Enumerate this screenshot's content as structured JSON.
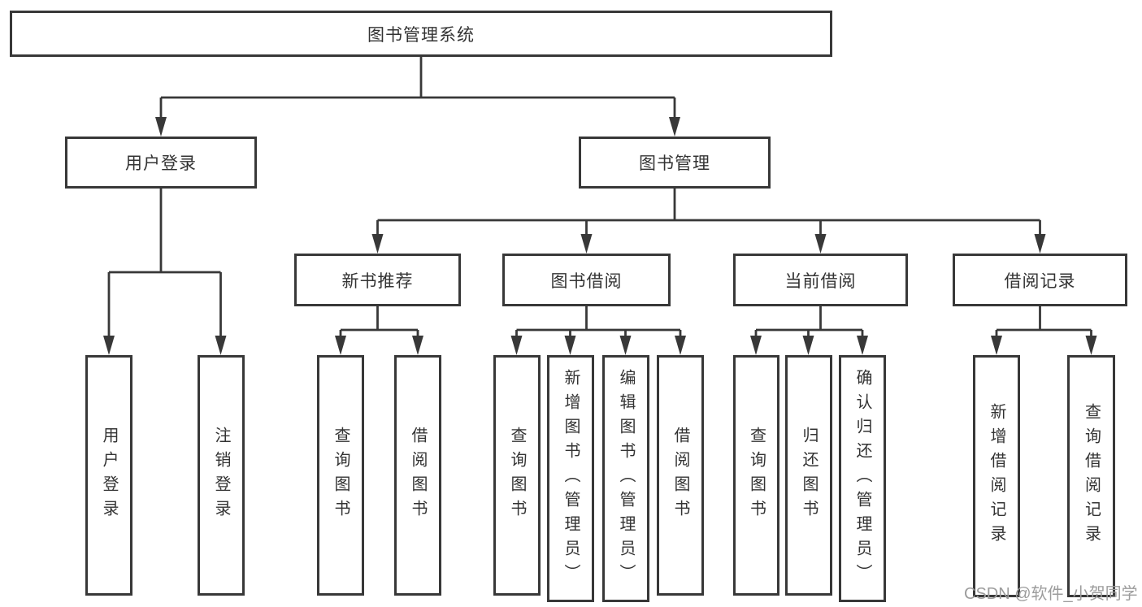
{
  "tree": {
    "root": {
      "label": "图书管理系统"
    },
    "branches": [
      {
        "label": "用户登录",
        "children": [
          {
            "label": "用户登录"
          },
          {
            "label": "注销登录"
          }
        ]
      },
      {
        "label": "图书管理",
        "children": [
          {
            "label": "新书推荐",
            "children": [
              {
                "label": "查询图书"
              },
              {
                "label": "借阅图书"
              }
            ]
          },
          {
            "label": "图书借阅",
            "children": [
              {
                "label": "查询图书"
              },
              {
                "label": "新增图书（管理员）"
              },
              {
                "label": "编辑图书（管理员）"
              },
              {
                "label": "借阅图书"
              }
            ]
          },
          {
            "label": "当前借阅",
            "children": [
              {
                "label": "查询图书"
              },
              {
                "label": "归还图书"
              },
              {
                "label": "确认归还（管理员）"
              }
            ]
          },
          {
            "label": "借阅记录",
            "children": [
              {
                "label": "新增借阅记录"
              },
              {
                "label": "查询借阅记录"
              }
            ]
          }
        ]
      }
    ]
  },
  "watermark": "CSDN @软件_小贺同学",
  "colors": {
    "line": "#383838",
    "text": "#333333",
    "watermark": "#9c9c9c",
    "background": "#ffffff"
  }
}
